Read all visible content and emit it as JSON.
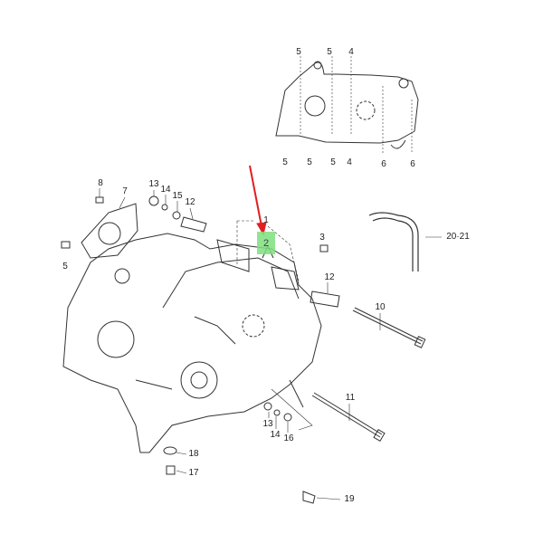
{
  "highlight_color": "#7fe07f",
  "arrow_color": "#e02020",
  "inset_labels": [
    "5",
    "5",
    "4",
    "5",
    "5",
    "5",
    "4",
    "6",
    "6"
  ],
  "main_labels": {
    "p8": "8",
    "p7": "7",
    "p13a": "13",
    "p14a": "14",
    "p15": "15",
    "p12a": "12",
    "p1": "1",
    "p2": "2",
    "p3": "3",
    "p20_21": "20·21",
    "p12b": "12",
    "p10": "10",
    "p11": "11",
    "p13b": "13",
    "p14b": "14",
    "p16": "16",
    "p18": "18",
    "p17": "17",
    "p19": "19",
    "p5": "5"
  }
}
